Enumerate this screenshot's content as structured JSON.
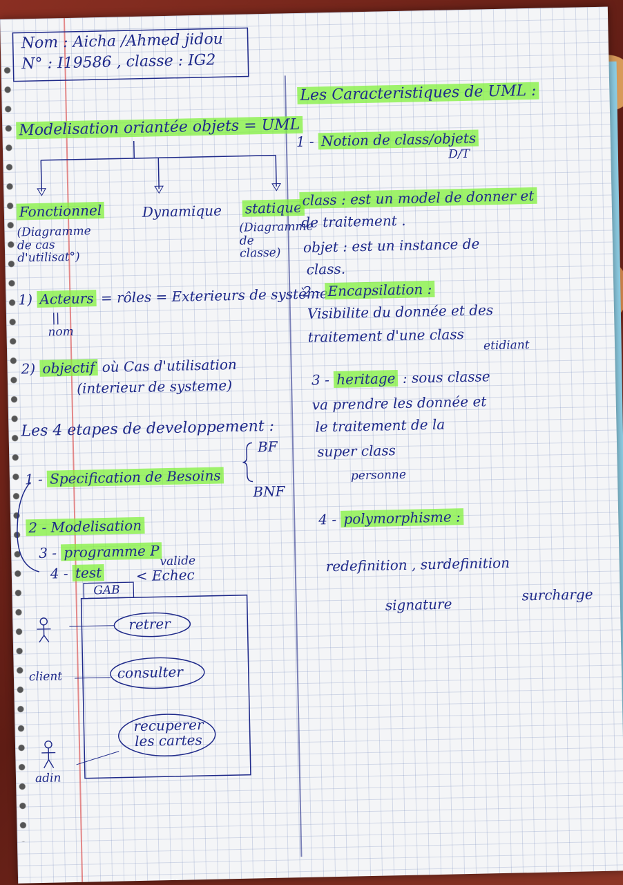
{
  "header": {
    "nom_label": "Nom : Aicha /Ahmed jidou",
    "num_line": "N° : I19586 , classe : IG2"
  },
  "left": {
    "title": "Modelisation oriantée objets = UML",
    "branches": [
      "Fonctionnel",
      "Dynamique",
      "statique"
    ],
    "branch_notes": [
      "(Diagramme de cas d'utilisat°)",
      "(Diagramme de classe)"
    ],
    "acteurs": {
      "num": "1)",
      "word": "Acteurs",
      "rest": "= rôles = Exterieurs de système",
      "eq": "||",
      "below": "nom"
    },
    "objectif": {
      "num": "2)",
      "word": "objectif",
      "rest": "où Cas d'utilisation",
      "below": "(interieur de systeme)"
    },
    "etapes_title": "Les 4 etapes de developpement :",
    "steps": [
      {
        "num": "1 -",
        "label": "Specification de Besoins"
      },
      {
        "num": "2 -",
        "label": "Modelisation"
      },
      {
        "num": "3 -",
        "label": "programme P"
      },
      {
        "num": "4 -",
        "label": "test"
      }
    ],
    "bf": "BF",
    "bnf": "BNF",
    "valide": "valide",
    "echec": "< Echec",
    "diagram": {
      "system": "GAB",
      "actors": [
        "client",
        "adin"
      ],
      "use_cases": [
        "retrer",
        "consulter",
        "recuperer les cartes"
      ]
    }
  },
  "right": {
    "title": "Les Caracteristiques de UML :",
    "items": [
      {
        "num": "1 -",
        "heading": "Notion de class/objets"
      },
      {
        "num": "2 -",
        "heading": "Encapsilation :"
      },
      {
        "num": "3 -",
        "heading": "heritage"
      },
      {
        "num": "4 -",
        "heading": "polymorphisme :"
      }
    ],
    "dt": "D/T",
    "class_def_word": "class :",
    "class_def": "est un model de donner et",
    "class_def2": "de traitement .",
    "objet_def": "objet : est un instance de",
    "objet_def2": "class.",
    "encap_1": "Visibilite du donnée et des",
    "encap_2": "traitement d'une class",
    "etidiant": "etidiant",
    "herit_1": ": sous classe",
    "herit_2": "va prendre les donnée et",
    "herit_3": "le traitement de la",
    "herit_4": "super class",
    "personne": "personne",
    "poly_1": "redefinition , surdefinition",
    "signature": "signature",
    "surcharge": "surcharge"
  }
}
